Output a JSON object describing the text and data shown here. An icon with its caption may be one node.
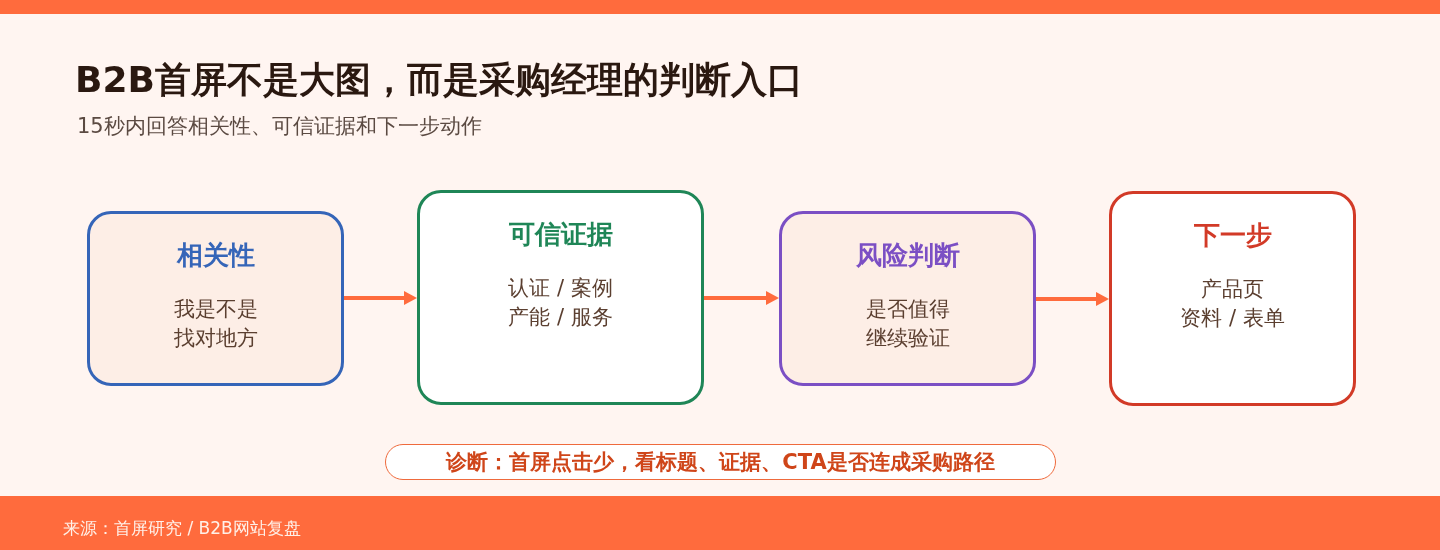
{
  "diagram": {
    "title": "B2B首屏不是大图，而是采购经理的判断入口",
    "nodes": [
      {
        "text": [
          "相关性",
          "我是不是找对地方"
        ]
      },
      {
        "text": [
          "可信证据",
          "认证 / 案例产能 / 服务"
        ]
      },
      {
        "text": [
          "风险判断",
          "是否值得继续验证"
        ]
      },
      {
        "text": [
          "下一步",
          "产品页资料 / 表单"
        ]
      },
      {
        "text": [
          "诊断：首屏点击少，看标题、证据、CTA是否连成采购路径"
        ]
      },
      {
        "text": [
          "来源：首屏研究 / B2B网站复盘"
        ]
      }
    ],
    "edges": [
      {
        "from": 0,
        "to": 1,
        "arrow": "to"
      },
      {
        "from": 1,
        "to": 2,
        "arrow": "to"
      },
      {
        "from": 2,
        "to": 3,
        "arrow": "to"
      }
    ],
    "labels": [
      "15秒内回答相关性、可信证据和下一步动作"
    ]
  }
}
